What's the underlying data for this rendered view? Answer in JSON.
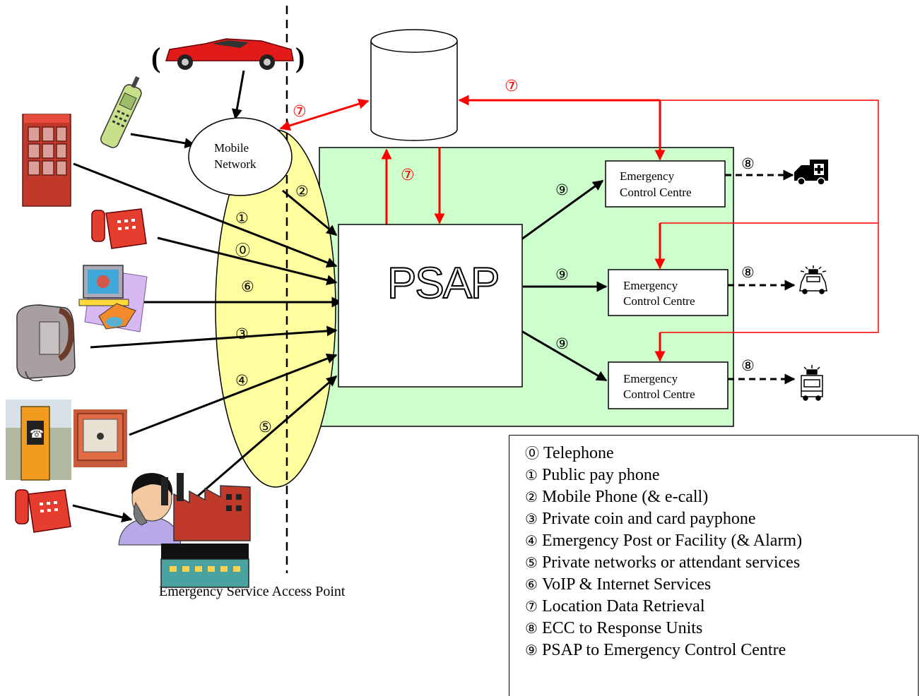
{
  "diagram": {
    "esap_label": "Emergency Service Access Point",
    "psap_label": "PSAP",
    "mobile_network": [
      "Mobile",
      "Network"
    ],
    "ecc_label": [
      "Emergency",
      "Control Centre"
    ],
    "car_parens": [
      "(",
      ")"
    ],
    "edge_numbers": {
      "n0": "⓪",
      "n1": "①",
      "n2": "②",
      "n3": "③",
      "n4": "④",
      "n5": "⑤",
      "n6": "⑥",
      "n7": "⑦",
      "n8": "⑧",
      "n9": "⑨"
    },
    "colors": {
      "ellipse_fill": "#ffffa0",
      "green_area": "#ccffcc",
      "red_arrow": "#ff0000",
      "black": "#000000"
    },
    "icons": [
      "car-icon",
      "mobile-phone-icon",
      "phone-booth-icon",
      "red-desk-telephone-icon",
      "computer-phone-icon",
      "wall-payphone-icon",
      "emergency-post-icon",
      "alarm-box-icon",
      "red-telephone-icon",
      "operator-woman-icon",
      "factory-icon",
      "office-building-icon",
      "database-cylinder-icon",
      "ambulance-icon",
      "police-car-icon",
      "fire-truck-icon"
    ]
  },
  "legend": {
    "items": [
      {
        "marker": "⓪",
        "text": "Telephone"
      },
      {
        "marker": "①",
        "text": "Public pay phone"
      },
      {
        "marker": "②",
        "text": "Mobile Phone (& e-call)"
      },
      {
        "marker": "③",
        "text": "Private coin and card payphone"
      },
      {
        "marker": "④",
        "text": "Emergency Post or Facility (& Alarm)"
      },
      {
        "marker": "⑤",
        "text": "Private networks or attendant services"
      },
      {
        "marker": "⑥",
        "text": "VoIP & Internet Services"
      },
      {
        "marker": "⑦",
        "text": "Location Data Retrieval"
      },
      {
        "marker": "⑧",
        "text": "ECC to Response Units"
      },
      {
        "marker": "⑨",
        "text": "PSAP to Emergency Control Centre"
      }
    ]
  }
}
